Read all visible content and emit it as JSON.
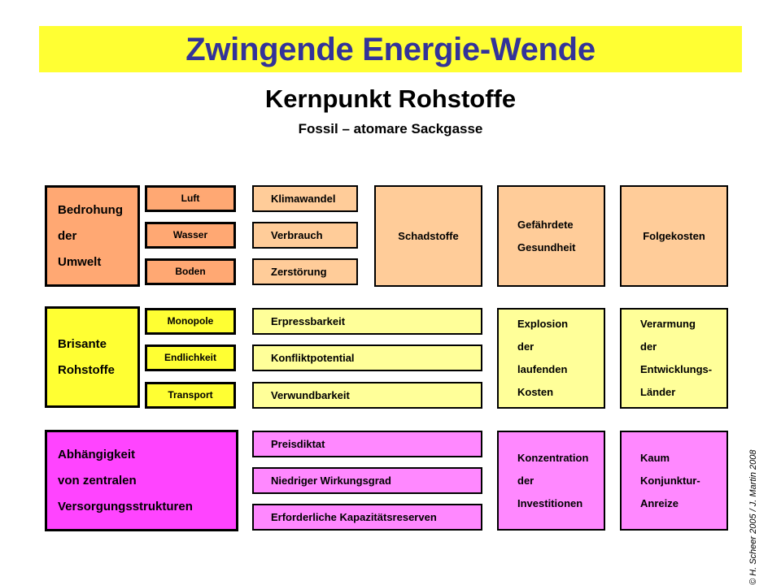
{
  "header": {
    "banner_title": "Zwingende Energie-Wende",
    "banner_bg": "#FFFF33",
    "banner_title_color": "#333399",
    "subtitle_main": "Kernpunkt Rohstoffe",
    "subtitle_sub": "Fossil – atomare Sackgasse"
  },
  "colors": {
    "orange_dark": "#FFA873",
    "orange_light": "#FFCC99",
    "yellow_bright": "#FFFF33",
    "yellow_pale": "#FFFF99",
    "magenta_bright": "#FF44FF",
    "magenta_light": "#FF88FF",
    "border": "#000000"
  },
  "rows": [
    {
      "id": "umwelt",
      "category": {
        "lines": [
          "Bedrohung",
          "der",
          "Umwelt"
        ]
      },
      "chips": [
        {
          "label": "Luft"
        },
        {
          "label": "Wasser"
        },
        {
          "label": "Boden"
        }
      ],
      "bars": [
        {
          "label": "Klimawandel"
        },
        {
          "label": "Verbrauch"
        },
        {
          "label": "Zerstörung"
        }
      ],
      "panels": [
        {
          "lines": [
            "Schadstoffe"
          ]
        },
        {
          "lines": [
            "Gefährdete",
            "Gesundheit"
          ]
        },
        {
          "lines": [
            "Folgekosten"
          ]
        }
      ]
    },
    {
      "id": "rohstoffe",
      "category": {
        "lines": [
          "Brisante",
          "Rohstoffe"
        ]
      },
      "chips": [
        {
          "label": "Monopole"
        },
        {
          "label": "Endlichkeit"
        },
        {
          "label": "Transport"
        }
      ],
      "bars": [
        {
          "label": "Erpressbarkeit"
        },
        {
          "label": "Konfliktpotential"
        },
        {
          "label": "Verwundbarkeit"
        }
      ],
      "panels": [
        {
          "lines": [
            "Explosion",
            "der",
            "laufenden",
            "Kosten"
          ]
        },
        {
          "lines": [
            "Verarmung",
            "der",
            "Entwicklungs-",
            "Länder"
          ]
        }
      ]
    },
    {
      "id": "abhaengigkeit",
      "category": {
        "lines": [
          "Abhängigkeit",
          "von zentralen",
          "Versorgungsstrukturen"
        ]
      },
      "bars": [
        {
          "label": "Preisdiktat"
        },
        {
          "label": "Niedriger Wirkungsgrad"
        },
        {
          "label": "Erforderliche Kapazitätsreserven"
        }
      ],
      "panels": [
        {
          "lines": [
            "Konzentration",
            "der",
            "Investitionen"
          ]
        },
        {
          "lines": [
            "Kaum",
            "Konjunktur-",
            "Anreize"
          ]
        }
      ]
    }
  ],
  "footer": {
    "copyright": "© H. Scheer 2005 / J. Martin 2008"
  }
}
